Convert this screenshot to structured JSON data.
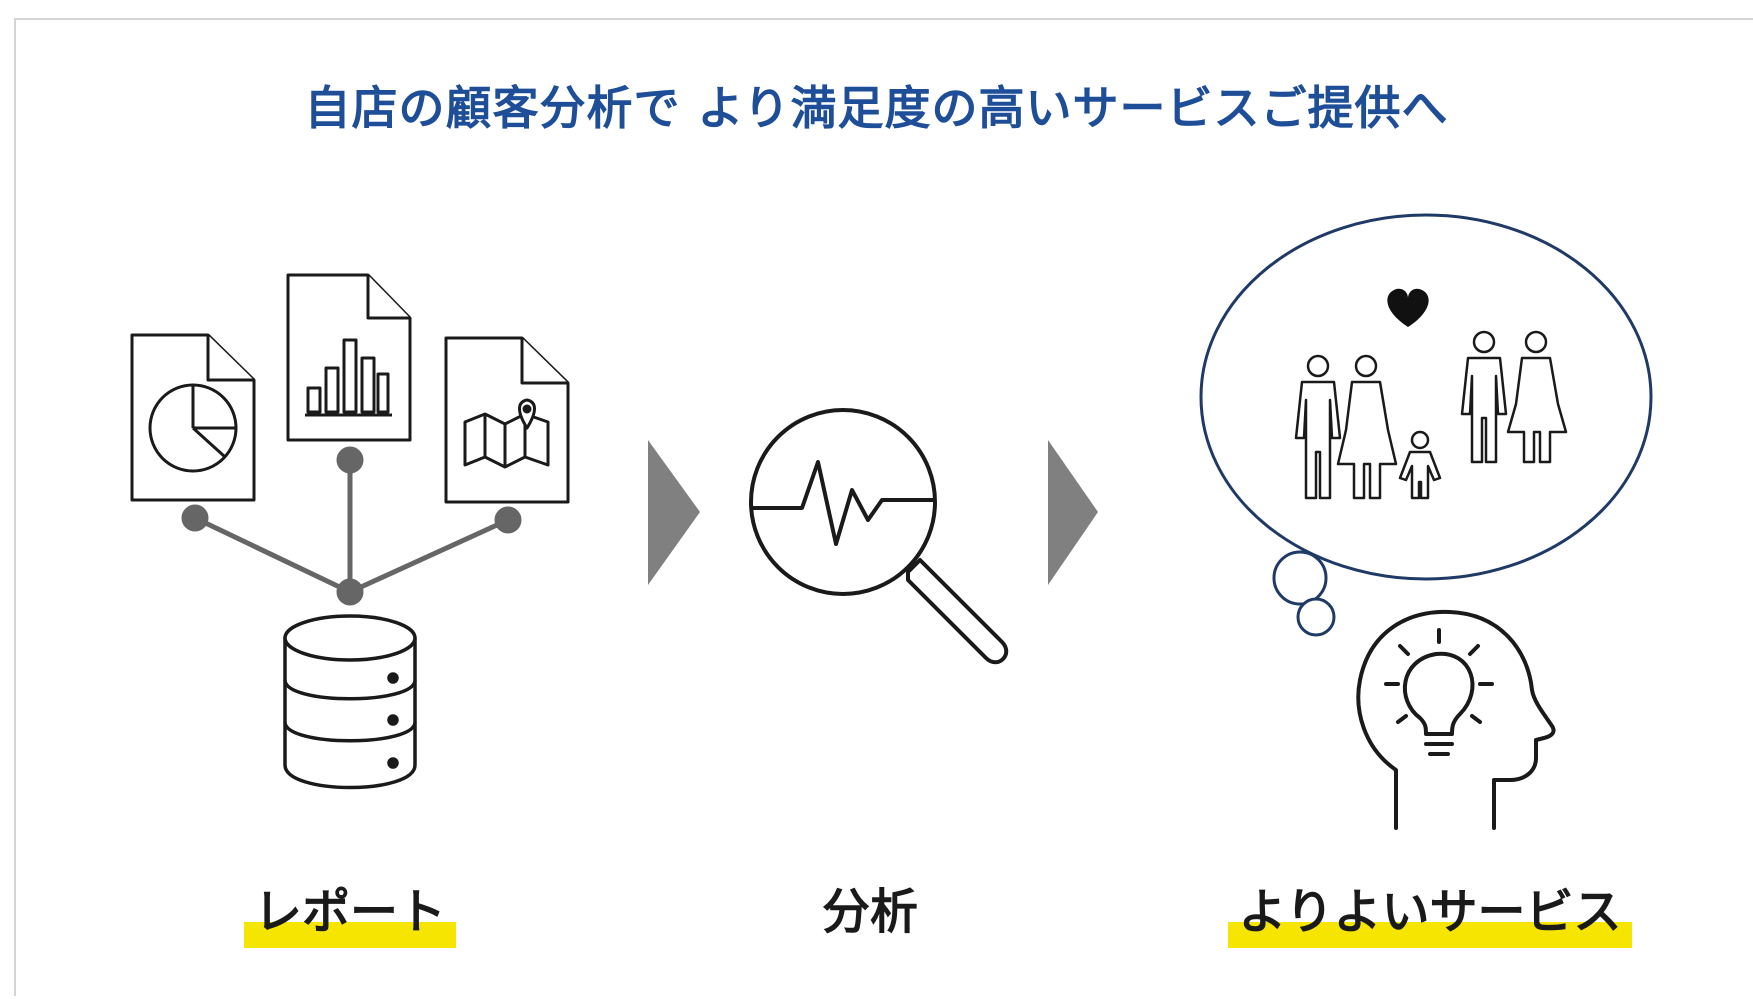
{
  "title": "自店の顧客分析で より満足度の高いサービスご提供へ",
  "steps": [
    {
      "label": "レポート",
      "highlighted": true
    },
    {
      "label": "分析",
      "highlighted": false
    },
    {
      "label": "よりよいサービス",
      "highlighted": true
    }
  ],
  "colors": {
    "title": "#1f4e99",
    "highlight": "#f5e500",
    "arrow": "#808080",
    "bubble_border": "#1f3a66",
    "icon_stroke": "#1a1a1a"
  }
}
